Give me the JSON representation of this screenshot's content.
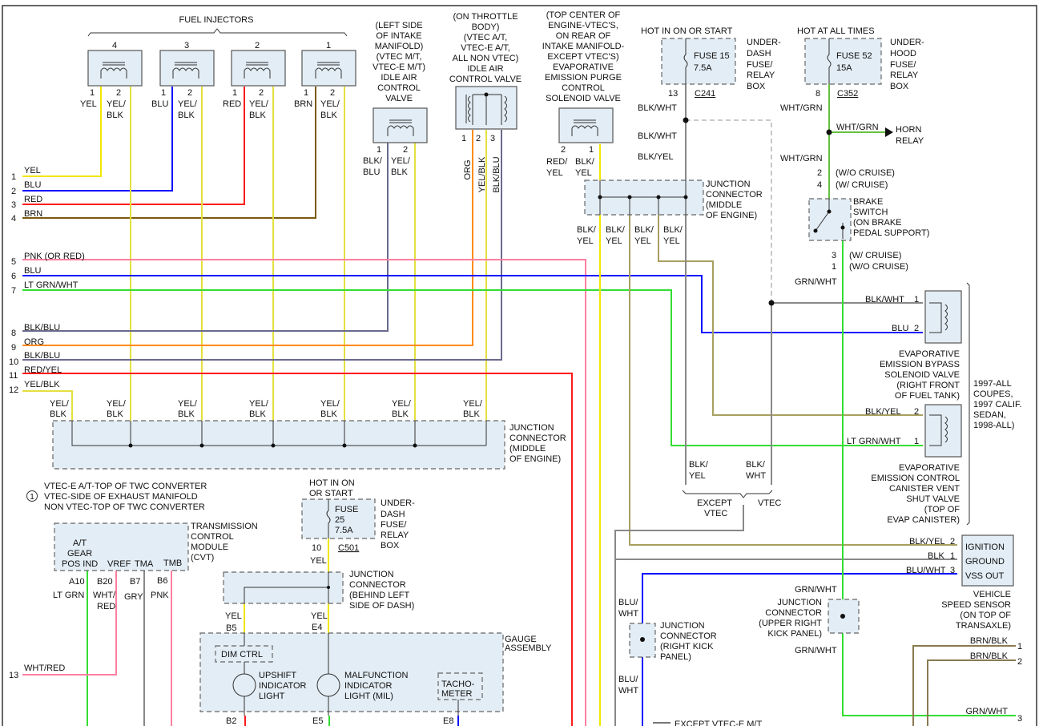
{
  "colors": {
    "yel": "#f2e600",
    "blu": "#1010ff",
    "red": "#ff1a1a",
    "brn": "#7a5a10",
    "pnk": "#ff7fa0",
    "ltgrn": "#33dd33",
    "org": "#ff8a1a",
    "blkblu": "#6a6a8e",
    "yelblk": "#e4e040",
    "gry": "#888888",
    "grnwht": "#66c040",
    "blkyel": "#a8a060",
    "brnblk": "#8a7a50"
  },
  "injectors": {
    "title": "FUEL INJECTORS",
    "nums": [
      "4",
      "3",
      "2",
      "1"
    ],
    "pin1": "1",
    "pin2": "2",
    "pin1_colors": [
      "YEL",
      "BLU",
      "RED",
      "BRN"
    ],
    "pin2_color": [
      "YEL/",
      "BLK"
    ]
  },
  "wires_left": {
    "nums": [
      "1",
      "2",
      "3",
      "4",
      "5",
      "6",
      "7",
      "8",
      "9",
      "10",
      "11",
      "12",
      "13"
    ],
    "names": [
      "YEL",
      "BLU",
      "RED",
      "BRN",
      "PNK (OR RED)",
      "BLU",
      "LT GRN/WHT",
      "BLK/BLU",
      "ORG",
      "BLK/BLU",
      "RED/YEL",
      "YEL/BLK",
      "WHT/RED"
    ]
  },
  "iacv_left": {
    "desc": [
      "(LEFT SIDE",
      "OF INTAKE",
      "MANIFOLD)",
      "(VTEC M/T,",
      "VTEC-E M/T)",
      "IDLE AIR",
      "CONTROL",
      "VALVE"
    ],
    "p1": "1",
    "p2": "2",
    "c1": [
      "BLK/",
      "BLU"
    ],
    "c2": [
      "YEL/",
      "BLK"
    ]
  },
  "iacv_throttle": {
    "desc": [
      "(ON THROTTLE",
      "BODY)",
      "(VTEC A/T,",
      "VTEC-E A/T,",
      "ALL NON VTEC)",
      "IDLE AIR",
      "CONTROL VALVE"
    ],
    "pins": [
      "1",
      "2",
      "3"
    ],
    "colors": [
      "ORG",
      "YEL/BLK",
      "BLK/BLU"
    ]
  },
  "purge": {
    "desc": [
      "(TOP CENTER OF",
      "ENGINE-VTEC'S,",
      "ON REAR OF",
      "INTAKE MANIFOLD-",
      "EXCEPT VTEC'S)",
      "EVAPORATIVE",
      "EMISSION PURGE",
      "CONTROL",
      "SOLENOID VALVE"
    ],
    "p2": "2",
    "p1": "1",
    "c2": [
      "RED/",
      "YEL"
    ],
    "c1": [
      "BLK/",
      "YEL"
    ]
  },
  "fuse15": {
    "hot": "HOT IN ON OR START",
    "name": "FUSE 15",
    "amp": "7.5A",
    "box": [
      "UNDER-",
      "DASH",
      "FUSE/",
      "RELAY",
      "BOX"
    ],
    "pin": "13",
    "conn": "C241",
    "w1": "BLK/WHT",
    "w2": "BLK/WHT",
    "w3": "BLK/YEL"
  },
  "jc_engine_top": {
    "desc": [
      "JUNCTION",
      "CONNECTOR",
      "(MIDDLE",
      "OF ENGINE)"
    ],
    "out": [
      "BLK/",
      "YEL"
    ]
  },
  "fuse52": {
    "hot": "HOT AT ALL TIMES",
    "name": "FUSE 52",
    "amp": "15A",
    "box": [
      "UNDER-",
      "HOOD",
      "FUSE/",
      "RELAY",
      "BOX"
    ],
    "pin": "8",
    "conn": "C352",
    "w1": "WHT/GRN",
    "w2": "WHT/GRN",
    "w3": "WHT/GRN",
    "horn": [
      "HORN",
      "RELAY"
    ]
  },
  "brake": {
    "p2": "2",
    "p2t": "(W/O CRUISE)",
    "p4": "4",
    "p4t": "(W/ CRUISE)",
    "desc": [
      "BRAKE",
      "SWITCH",
      "(ON BRAKE",
      "PEDAL SUPPORT)"
    ],
    "p3": "3",
    "p3t": "(W/ CRUISE)",
    "p1": "1",
    "p1t": "(W/O CRUISE)",
    "out": "GRN/WHT"
  },
  "bypass": {
    "w1": "BLK/WHT",
    "p1": "1",
    "w2": "BLU",
    "p2": "2",
    "desc": [
      "EVAPORATIVE",
      "EMISSION BYPASS",
      "SOLENOID VALVE",
      "(RIGHT FRONT",
      "OF FUEL TANK)"
    ]
  },
  "vent": {
    "w2": "BLK/YEL",
    "p2": "2",
    "w1": "LT GRN/WHT",
    "p1": "1",
    "desc": [
      "EVAPORATIVE",
      "EMISSION CONTROL",
      "CANISTER VENT",
      "SHUT VALVE",
      "(TOP OF",
      "EVAP CANISTER)"
    ]
  },
  "applic": [
    "1997-ALL",
    "COUPES,",
    "1997 CALIF.",
    "SEDAN,",
    "1998-ALL)"
  ],
  "vtec_split": {
    "c1": [
      "BLK/",
      "YEL"
    ],
    "c2": [
      "BLK/",
      "WHT"
    ],
    "except": [
      "EXCEPT",
      "VTEC"
    ],
    "vtec": "VTEC"
  },
  "vss": {
    "w": [
      "BLK/YEL",
      "BLK",
      "BLU/WHT"
    ],
    "p": [
      "2",
      "1",
      "3"
    ],
    "term": [
      "IGNITION",
      "GROUND",
      "VSS OUT"
    ],
    "desc": [
      "VEHICLE",
      "SPEED SENSOR",
      "(ON TOP OF",
      "TRANSAXLE)"
    ]
  },
  "jc_kick_upper": {
    "w1": "GRN/WHT",
    "desc": [
      "JUNCTION",
      "CONNECTOR",
      "(UPPER RIGHT",
      "KICK PANEL)"
    ],
    "w2": "GRN/WHT"
  },
  "right_out": {
    "w": [
      "BRN/BLK",
      "BRN/BLK",
      "GRN/WHT"
    ],
    "p": [
      "1",
      "2",
      "3"
    ]
  },
  "jc_kick_right": {
    "w1": [
      "BLU/",
      "WHT"
    ],
    "desc": [
      "JUNCTION",
      "CONNECTOR",
      "(RIGHT KICK",
      "PANEL)"
    ],
    "w2": [
      "BLU/",
      "WHT"
    ],
    "footer": "EXCEPT VTEC-E M/T"
  },
  "jc_engine_bottom": {
    "in": [
      "YEL/",
      "BLK"
    ],
    "desc": [
      "JUNCTION",
      "CONNECTOR",
      "(MIDDLE",
      "OF ENGINE)"
    ]
  },
  "note": {
    "sym": "1",
    "lines": [
      "VTEC-E A/T-TOP OF TWC CONVERTER",
      "VTEC-SIDE OF EXHAUST MANIFOLD",
      "NON VTEC-TOP OF TWC CONVERTER"
    ]
  },
  "tcm": {
    "desc": [
      "TRANSMISSION",
      "CONTROL",
      "MODULE",
      "(CVT)"
    ],
    "term": [
      "A/T",
      "GEAR",
      "POS IND",
      "VREF",
      "TMA",
      "TMB"
    ],
    "pins": [
      "A10",
      "B20",
      "B7",
      "B6"
    ],
    "colors": [
      "LT GRN",
      "WHT/",
      "RED",
      "GRY",
      "PNK"
    ]
  },
  "fuse25": {
    "hot": [
      "HOT IN ON",
      "OR START"
    ],
    "name": [
      "FUSE",
      "25",
      "7.5A"
    ],
    "box": [
      "UNDER-",
      "DASH",
      "FUSE/",
      "RELAY",
      "BOX"
    ],
    "pin": "10",
    "conn": "C501",
    "w": "YEL"
  },
  "jc_dash": {
    "desc": [
      "JUNCTION",
      "CONNECTOR",
      "(BEHIND LEFT",
      "SIDE OF DASH)"
    ],
    "w1": "YEL",
    "p1": "B5",
    "w2": "YEL",
    "p2": "E4"
  },
  "gauge": {
    "desc": [
      "GAUGE",
      "ASSEMBLY"
    ],
    "dim": "DIM CTRL",
    "upshift": [
      "UPSHIFT",
      "INDICATOR",
      "LIGHT"
    ],
    "mil": [
      "MALFUNCTION",
      "INDICATOR",
      "LIGHT (MIL)"
    ],
    "tach": [
      "TACHO-",
      "METER"
    ],
    "pins": [
      "B2",
      "E5",
      "E8"
    ]
  }
}
